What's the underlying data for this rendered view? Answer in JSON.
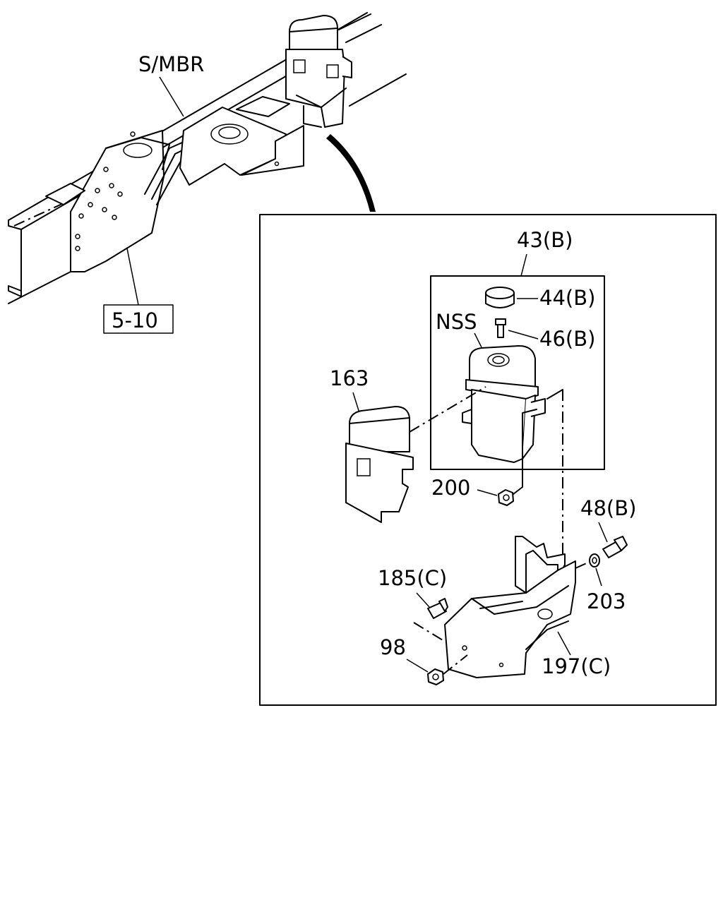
{
  "labels": {
    "smbr": "S/MBR",
    "ref_box": "5-10",
    "p43": "43(B)",
    "p44": "44(B)",
    "nss": "NSS",
    "p46": "46(B)",
    "p163": "163",
    "p200": "200",
    "p48": "48(B)",
    "p185": "185(C)",
    "p203": "203",
    "p98": "98",
    "p197": "197(C)"
  },
  "colors": {
    "line": "#000000",
    "background": "#ffffff"
  }
}
